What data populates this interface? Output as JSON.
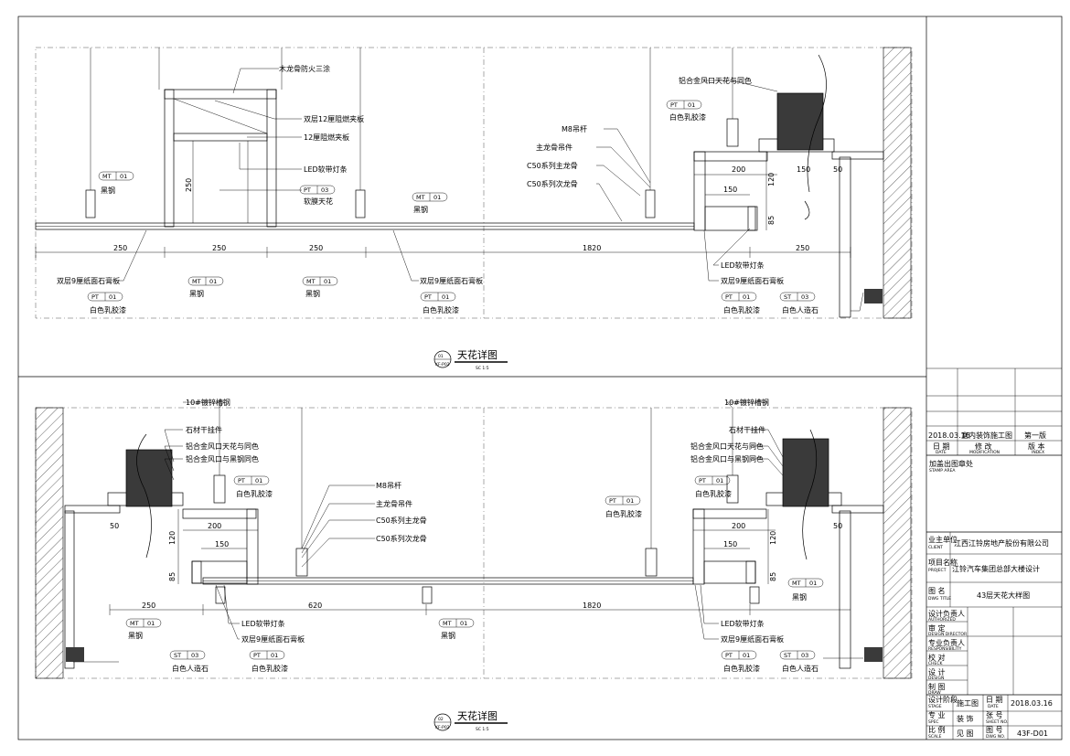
{
  "drawing1": {
    "title": "天花详图",
    "tag_no": "01",
    "tag_ref": "KF-P02",
    "scale": "SC 1:5",
    "labels": {
      "wood_keel": "木龙骨防火三涂",
      "double_board": "双层12厘阻燃夹板",
      "single_board": "12厘阻燃夹板",
      "led_strip": "LED软带灯条",
      "soft_film": "软膜天花",
      "m8_rod": "M8吊杆",
      "main_hanger": "主龙骨吊件",
      "c50_main": "C50系列主龙骨",
      "c50_sec": "C50系列次龙骨",
      "alu_vent": "铝合金风口天花与同色",
      "white_latex": "白色乳胶漆",
      "black_steel": "黑钢",
      "gypsum_board": "双层9厘纸面石膏板",
      "led_strip2": "LED软带灯条",
      "gypsum_board2": "双层9厘纸面石膏板",
      "artificial_stone": "白色人造石"
    },
    "tags": {
      "mt": "MT",
      "pt": "PT",
      "st": "ST",
      "n01": "01",
      "n03": "03"
    },
    "dims": {
      "d250a": "250",
      "d250b": "250",
      "d250c": "250",
      "d1820": "1820",
      "d250d": "250",
      "d250v": "250",
      "d200": "200",
      "d150h": "150",
      "d50": "50",
      "d120": "120",
      "d150": "150",
      "d85": "85"
    }
  },
  "drawing2": {
    "title": "天花详图",
    "tag_no": "02",
    "tag_ref": "KF-P02",
    "scale": "SC 1:5",
    "labels": {
      "galv_steel_l": "10#镀锌槽钢",
      "stone_hanger_l": "石材干挂件",
      "alu_vent_l": "铝合金风口天花与同色",
      "alu_black_l": "铝合金风口与黑钢同色",
      "white_latex_l": "白色乳胶漆",
      "m8_rod": "M8吊杆",
      "main_hanger": "主龙骨吊件",
      "c50_main": "C50系列主龙骨",
      "c50_sec": "C50系列次龙骨",
      "galv_steel_r": "10#镀锌槽钢",
      "stone_hanger_r": "石材干挂件",
      "alu_vent_r": "铝合金风口天花与同色",
      "alu_black_r": "铝合金风口与黑钢同色",
      "white_latex_r": "白色乳胶漆",
      "white_latex_m": "白色乳胶漆",
      "black_steel_r": "黑钢",
      "led_l": "LED软带灯条",
      "gypsum_l": "双层9厘纸面石膏板",
      "black_steel_l": "黑钢",
      "black_steel_m": "黑钢",
      "stone_l": "白色人造石",
      "latex_bot": "白色乳胶漆",
      "led_r": "LED软带灯条",
      "gypsum_r": "双层9厘纸面石膏板",
      "latex_bot_r": "白色乳胶漆",
      "stone_r": "白色人造石"
    },
    "dims": {
      "d250": "250",
      "d620": "620",
      "d1820": "1820",
      "d200l": "200",
      "d150l": "150",
      "d50l": "50",
      "d120l": "120",
      "d85l": "85",
      "d200r": "200",
      "d150r": "150",
      "d50r": "50",
      "d120r": "120",
      "d85r": "85"
    }
  },
  "title_block": {
    "rev_date": "2018.03.16",
    "rev_desc": "室内装饰施工图",
    "rev_no": "第一版",
    "h_date": "日  期",
    "h_date_en": "DATE",
    "h_mod": "修  改",
    "h_mod_en": "MODIFICATION",
    "h_ver": "版  本",
    "h_ver_en": "INDEX",
    "stamp": "加盖出图章处",
    "stamp_en": "STAMP AREA",
    "client_label": "业主单位",
    "client_label_en": "CLIENT",
    "client": "江西江铃房地产股份有限公司",
    "project_label": "项目名称",
    "project_label_en": "PROJECT",
    "project": "江铃汽车集团总部大楼设计",
    "drawing_label": "图  名",
    "drawing_label_en": "DWG TITLE",
    "drawing_name": "43层天花大样图",
    "r1": "设计负责人",
    "r1_en": "AUTHORIZED",
    "r2": "审  定",
    "r2_en": "DESIGN DIRECTOR",
    "r3": "专业负责人",
    "r3_en": "RESPONSIBILITY",
    "r4": "校  对",
    "r4_en": "CHECK",
    "r5": "设  计",
    "r5_en": "DESIGN",
    "r6": "制  图",
    "r6_en": "DRAW",
    "stage_label": "设计阶段",
    "stage_label_en": "STAGE",
    "stage": "施工图",
    "date_label": "日  期",
    "date_label_en": "DATE",
    "date": "2018.03.16",
    "spec_label": "专  业",
    "spec_label_en": "SPEC",
    "spec": "装  饰",
    "sheet_label": "张  号",
    "sheet_label_en": "SHEET NO.",
    "scale_label": "比  例",
    "scale_label_en": "SCALE",
    "scale": "见  图",
    "dwg_label": "图  号",
    "dwg_label_en": "DWG NO.",
    "dwg_no": "43F-D01"
  }
}
